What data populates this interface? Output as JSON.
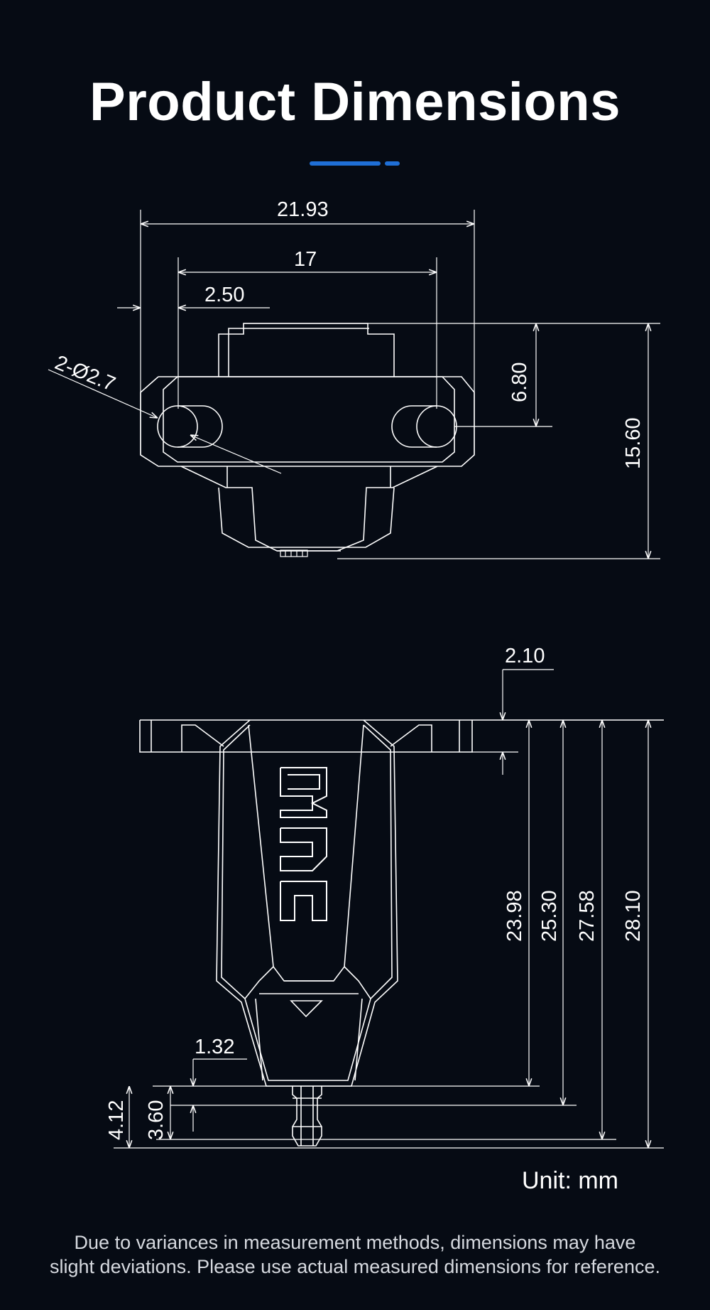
{
  "title": "Product Dimensions",
  "accent_color": "#1f6fd6",
  "line_color": "#ffffff",
  "top_view": {
    "width_overall": "21.93",
    "hole_spacing": "17",
    "edge_to_hole": "2.50",
    "holes": "2-Ø2.7",
    "height_upper": "6.80",
    "height_total": "15.60"
  },
  "side_view": {
    "flange_thickness": "2.10",
    "height_a": "23.98",
    "height_b": "25.30",
    "height_c": "27.58",
    "height_d": "28.10",
    "nozzle_offset": "1.32",
    "nozzle_len_a": "3.60",
    "nozzle_len_b": "4.12"
  },
  "unit_text": "Unit: mm",
  "footer_lines": [
    "Due to variances in measurement methods, dimensions may have",
    "slight deviations. Please use actual measured dimensions for reference."
  ]
}
